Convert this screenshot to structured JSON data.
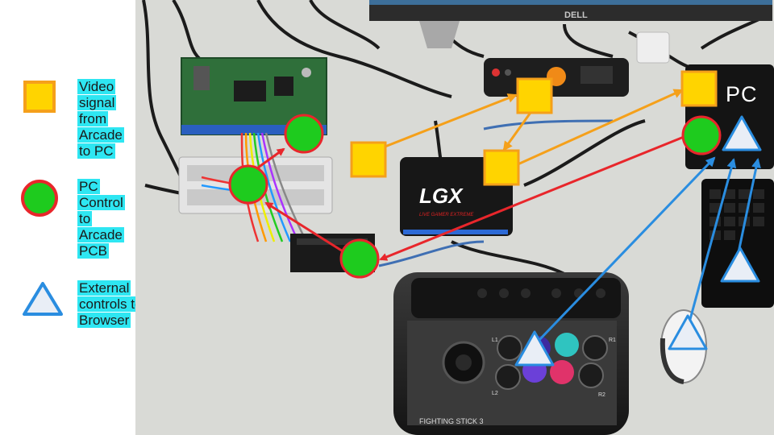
{
  "legend": {
    "items": [
      {
        "icon": "square-icon",
        "label": "Video signal from Arcade to PC"
      },
      {
        "icon": "circle-icon",
        "label": "PC Control to Arcade PCB"
      },
      {
        "icon": "triangle-icon",
        "label": "External controls to PC Browser"
      }
    ]
  },
  "photo": {
    "pc_label": "PC",
    "monitor_brand": "DELL",
    "capture_logo": "LGX",
    "capture_sub": "LIVE GAMER EXTREME",
    "fightstick_label": "FIGHTING STICK 3",
    "button_labels": [
      "L1",
      "R1",
      "L2",
      "R2"
    ]
  },
  "colors": {
    "video": "#ffd400",
    "video_border": "#f5a01a",
    "control": "#1ecb1e",
    "control_border": "#e8262b",
    "external": "#e9eef6",
    "external_border": "#2a8de0",
    "highlight": "#2ee6f2"
  }
}
